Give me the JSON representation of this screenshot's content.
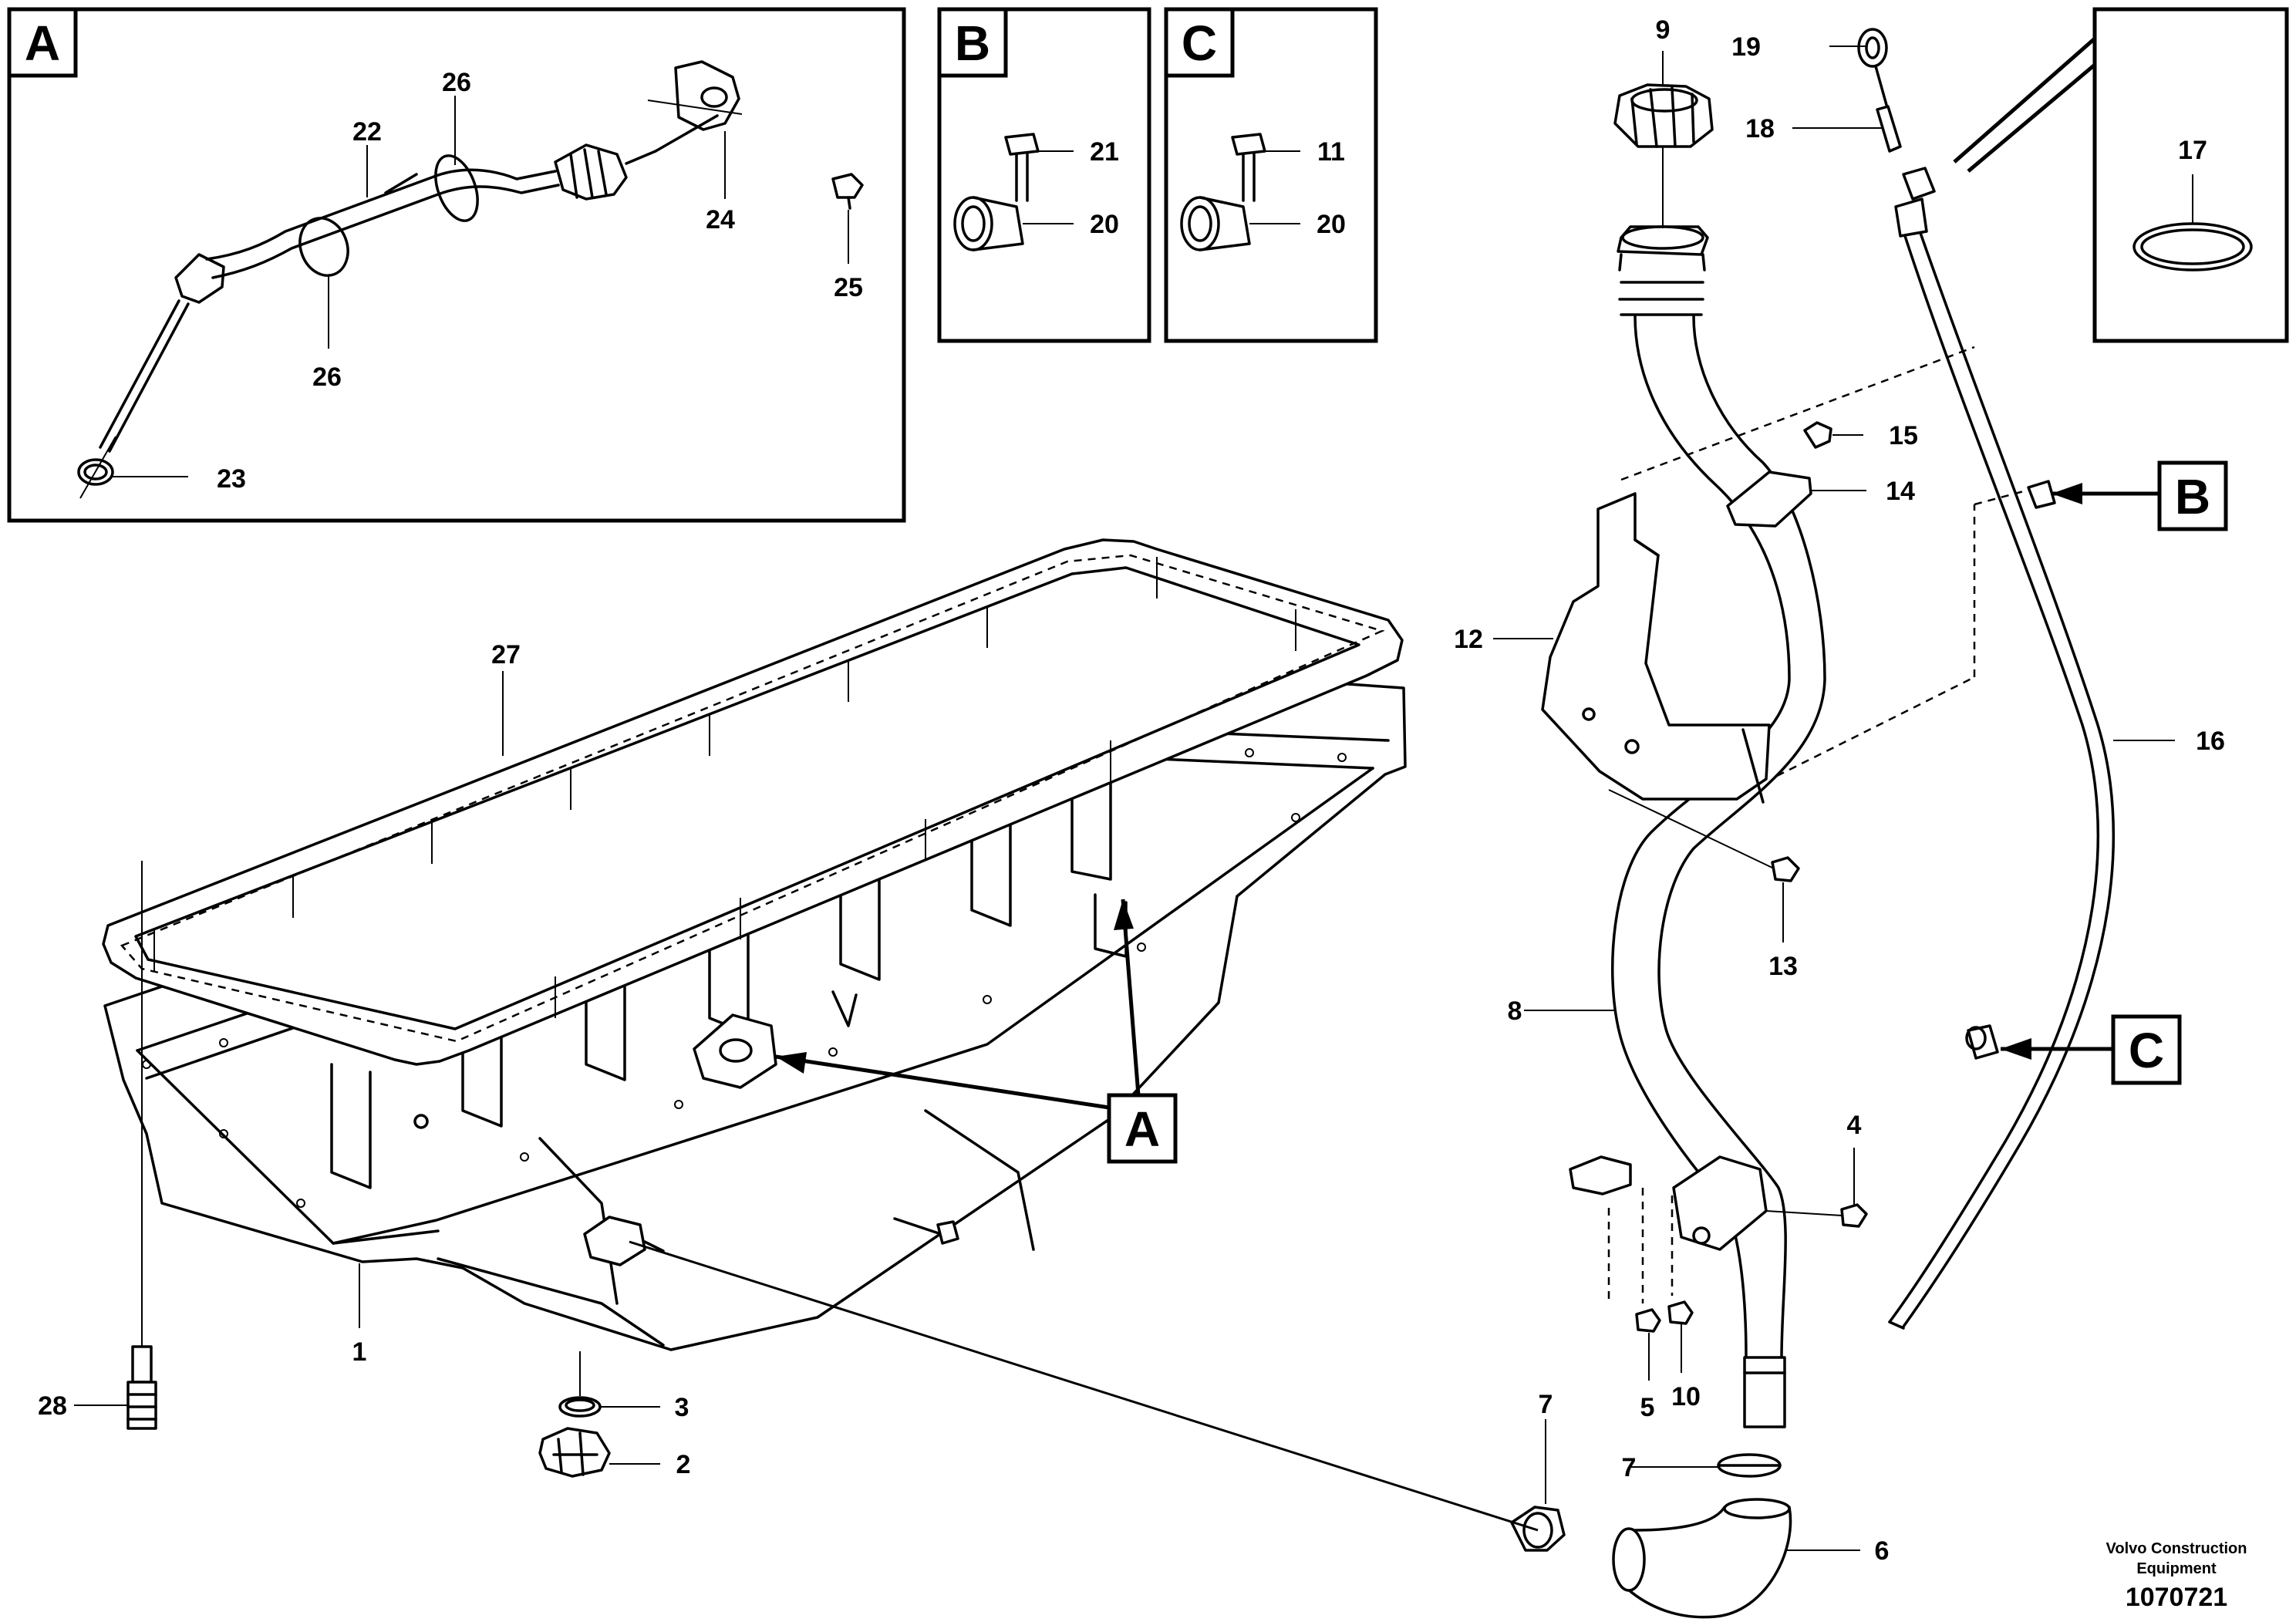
{
  "detail_views": [
    {
      "letter": "A",
      "callouts": [
        "26",
        "22",
        "24",
        "25",
        "26",
        "23"
      ]
    },
    {
      "letter": "B",
      "callouts": [
        "21",
        "20"
      ]
    },
    {
      "letter": "C",
      "callouts": [
        "11",
        "20"
      ]
    }
  ],
  "view_markers": {
    "a": "A",
    "b": "B",
    "c": "C"
  },
  "callouts": {
    "p1": "1",
    "p2": "2",
    "p3": "3",
    "p4": "4",
    "p5": "5",
    "p6": "6",
    "p7a": "7",
    "p7b": "7",
    "p8": "8",
    "p9": "9",
    "p10": "10",
    "p12": "12",
    "p13": "13",
    "p14": "14",
    "p15": "15",
    "p16": "16",
    "p17": "17",
    "p18": "18",
    "p19": "19",
    "p27": "27",
    "p28": "28"
  },
  "footer": {
    "brand_line1": "Volvo Construction",
    "brand_line2": "Equipment",
    "drawing_number": "1070721"
  }
}
